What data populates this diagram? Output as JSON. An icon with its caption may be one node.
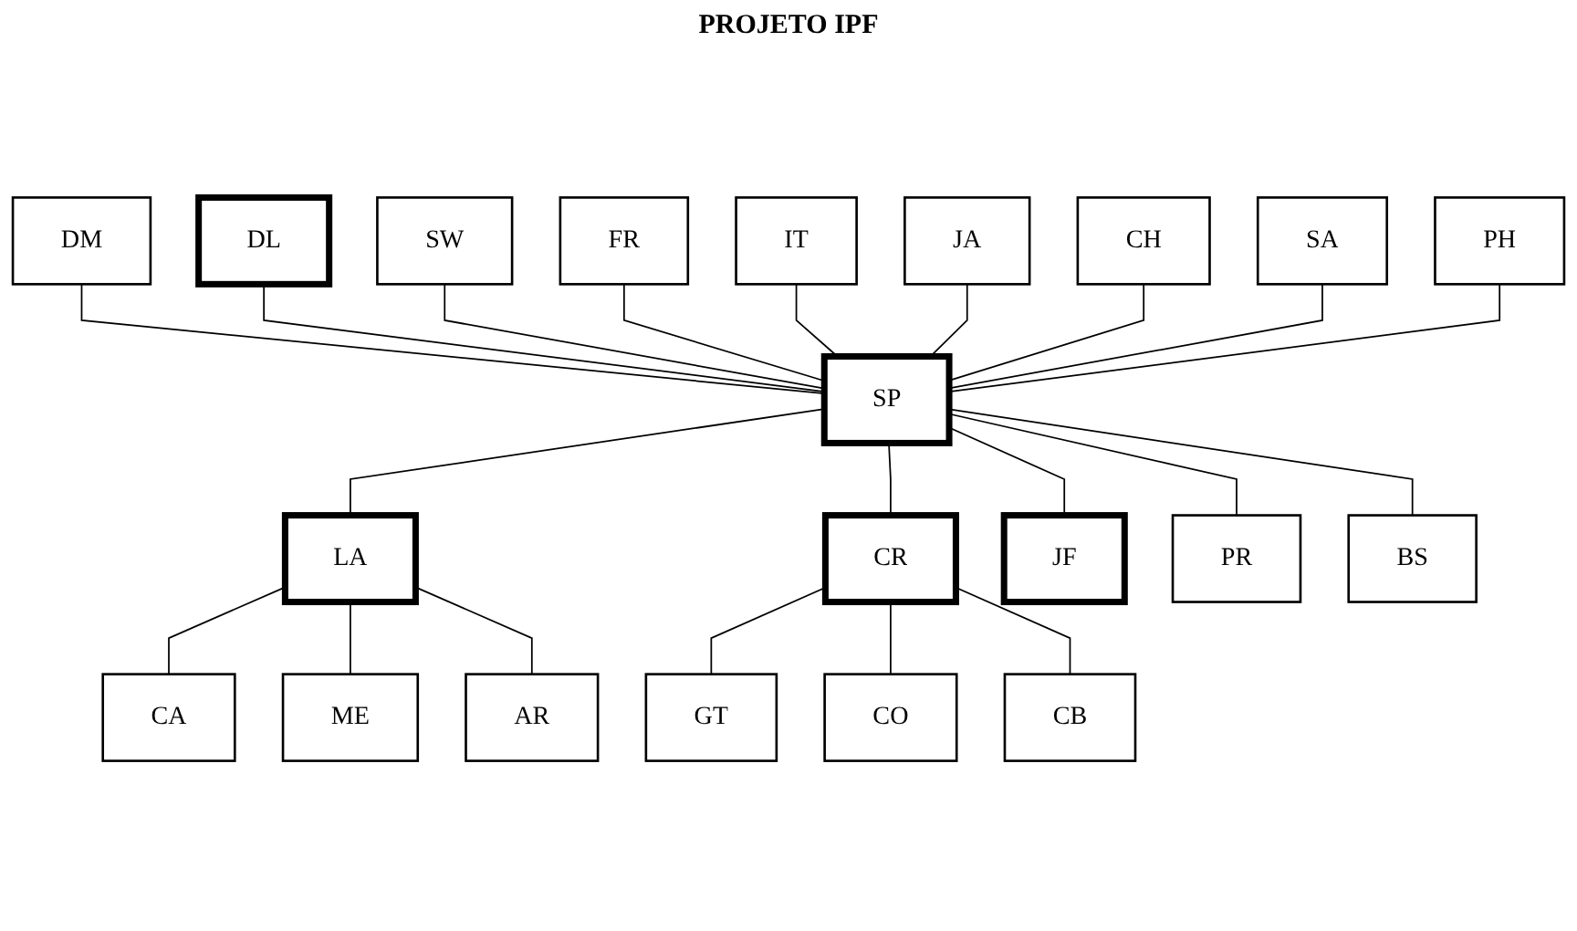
{
  "diagram": {
    "title": "PROJETO IPF",
    "nodes": [
      {
        "text": [
          "DM"
        ]
      },
      {
        "text": [
          "DL"
        ]
      },
      {
        "text": [
          "SW"
        ]
      },
      {
        "text": [
          "FR"
        ]
      },
      {
        "text": [
          "IT"
        ]
      },
      {
        "text": [
          "JA"
        ]
      },
      {
        "text": [
          "CH"
        ]
      },
      {
        "text": [
          "SA"
        ]
      },
      {
        "text": [
          "PH"
        ]
      },
      {
        "text": [
          "LA"
        ]
      },
      {
        "text": [
          "SP"
        ]
      },
      {
        "text": [
          "CR"
        ]
      },
      {
        "text": [
          "CA"
        ]
      },
      {
        "text": [
          "ME"
        ]
      },
      {
        "text": [
          "AR"
        ]
      },
      {
        "text": [
          "JF"
        ]
      },
      {
        "text": [
          "PR"
        ]
      },
      {
        "text": [
          "BS"
        ]
      },
      {
        "text": [
          "GT"
        ]
      },
      {
        "text": [
          "CO"
        ]
      },
      {
        "text": [
          "CB"
        ]
      }
    ],
    "edges": [
      {
        "from": 0,
        "to": 10,
        "arrow": "none"
      },
      {
        "from": 1,
        "to": 10,
        "arrow": "none"
      },
      {
        "from": 2,
        "to": 10,
        "arrow": "none"
      },
      {
        "from": 3,
        "to": 10,
        "arrow": "none"
      },
      {
        "from": 4,
        "to": 10,
        "arrow": "none"
      },
      {
        "from": 5,
        "to": 10,
        "arrow": "none"
      },
      {
        "from": 6,
        "to": 10,
        "arrow": "none"
      },
      {
        "from": 7,
        "to": 10,
        "arrow": "none"
      },
      {
        "from": 8,
        "to": 10,
        "arrow": "none"
      },
      {
        "from": 10,
        "to": 9,
        "arrow": "none"
      },
      {
        "from": 10,
        "to": 11,
        "arrow": "none"
      },
      {
        "from": 9,
        "to": 12,
        "arrow": "none"
      },
      {
        "from": 9,
        "to": 13,
        "arrow": "none"
      },
      {
        "from": 9,
        "to": 14,
        "arrow": "none"
      },
      {
        "from": 10,
        "to": 15,
        "arrow": "none"
      },
      {
        "from": 10,
        "to": 16,
        "arrow": "none"
      },
      {
        "from": 10,
        "to": 17,
        "arrow": "none"
      },
      {
        "from": 11,
        "to": 18,
        "arrow": "none"
      },
      {
        "from": 11,
        "to": 19,
        "arrow": "none"
      },
      {
        "from": 11,
        "to": 20,
        "arrow": "none"
      }
    ]
  }
}
